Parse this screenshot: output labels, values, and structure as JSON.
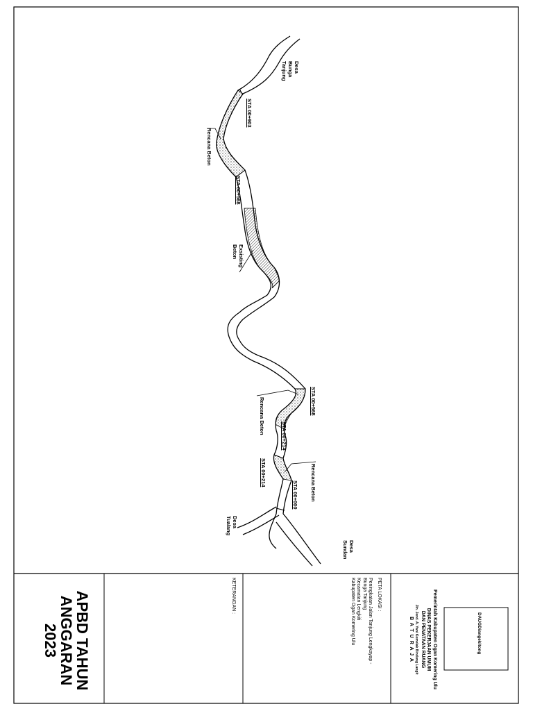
{
  "villages": {
    "north": [
      "Desa",
      "Bunga",
      "Tanjung"
    ],
    "south_west": [
      "Desa",
      "Tualang"
    ],
    "south_east": [
      "Desa",
      "Sundan"
    ]
  },
  "labels": {
    "sta_903": "STA 00+903",
    "sta_568_top": "STA 00+568",
    "existing": [
      "Exsisting",
      "Beton"
    ],
    "rencana_top": "Rencana Beton",
    "sta_568_bottom": "STA 00+568",
    "rencana_mid": "Rencana Beton",
    "sta_214_a": "STA 00+214",
    "sta_214_b": "STA 00+214",
    "sta_000": "STA 00+000",
    "rencana_bottom": "Rencana Beton"
  },
  "panel": {
    "logo_text": "DAUGDiangekitong",
    "agency": [
      "Pemerintah Kabupaten Ogan Komering Ulu",
      "DINAS PEKERJAAN UMUM",
      "DAN PENATAAN RUANG",
      "Jln. Jend. A. Yani Kemelak Bindung Langit",
      "B A T U R A J A"
    ],
    "location_heading": "PETA LOKASI :",
    "location_lines": [
      "Peningkatan Jalan Tanjung Lengkayap -",
      "Bunga Tanjung",
      "Kecamatan Lengkiti",
      "Kabupaten Ogan Komering Ulu"
    ],
    "notes_heading": "KETERANGAN :",
    "title_lines": [
      "APBD TAHUN",
      "ANGGARAN",
      "2023"
    ]
  }
}
